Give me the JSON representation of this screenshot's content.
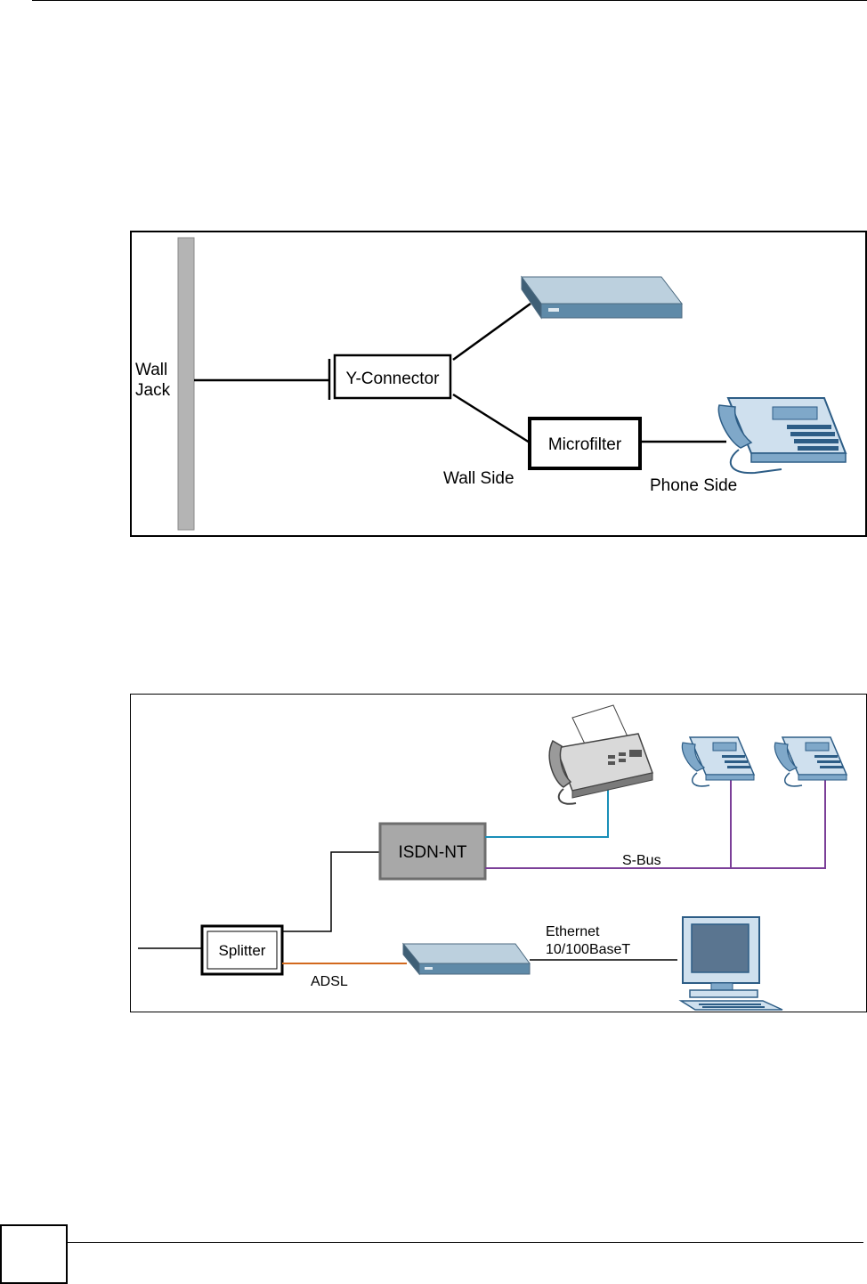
{
  "figure1": {
    "wall_jack": [
      "Wall",
      "Jack"
    ],
    "y_connector": "Y-Connector",
    "microfilter": "Microfilter",
    "wall_side": "Wall Side",
    "phone_side": "Phone Side"
  },
  "figure2": {
    "splitter": "Splitter",
    "isdn_nt": "ISDN-NT",
    "s_bus": "S-Bus",
    "adsl": "ADSL",
    "ethernet": [
      "Ethernet",
      "10/100BaseT"
    ]
  },
  "colors": {
    "device_blue": "#5f8aa8",
    "isdn_gray": "#a8a8a8",
    "adsl_line": "#d2691e",
    "fax_line": "#1a8fb8",
    "sbus_line": "#7b3f98",
    "wall_gray": "#b4b4b4"
  },
  "icons": [
    "modem-icon",
    "telephone-icon",
    "fax-icon",
    "computer-icon"
  ]
}
